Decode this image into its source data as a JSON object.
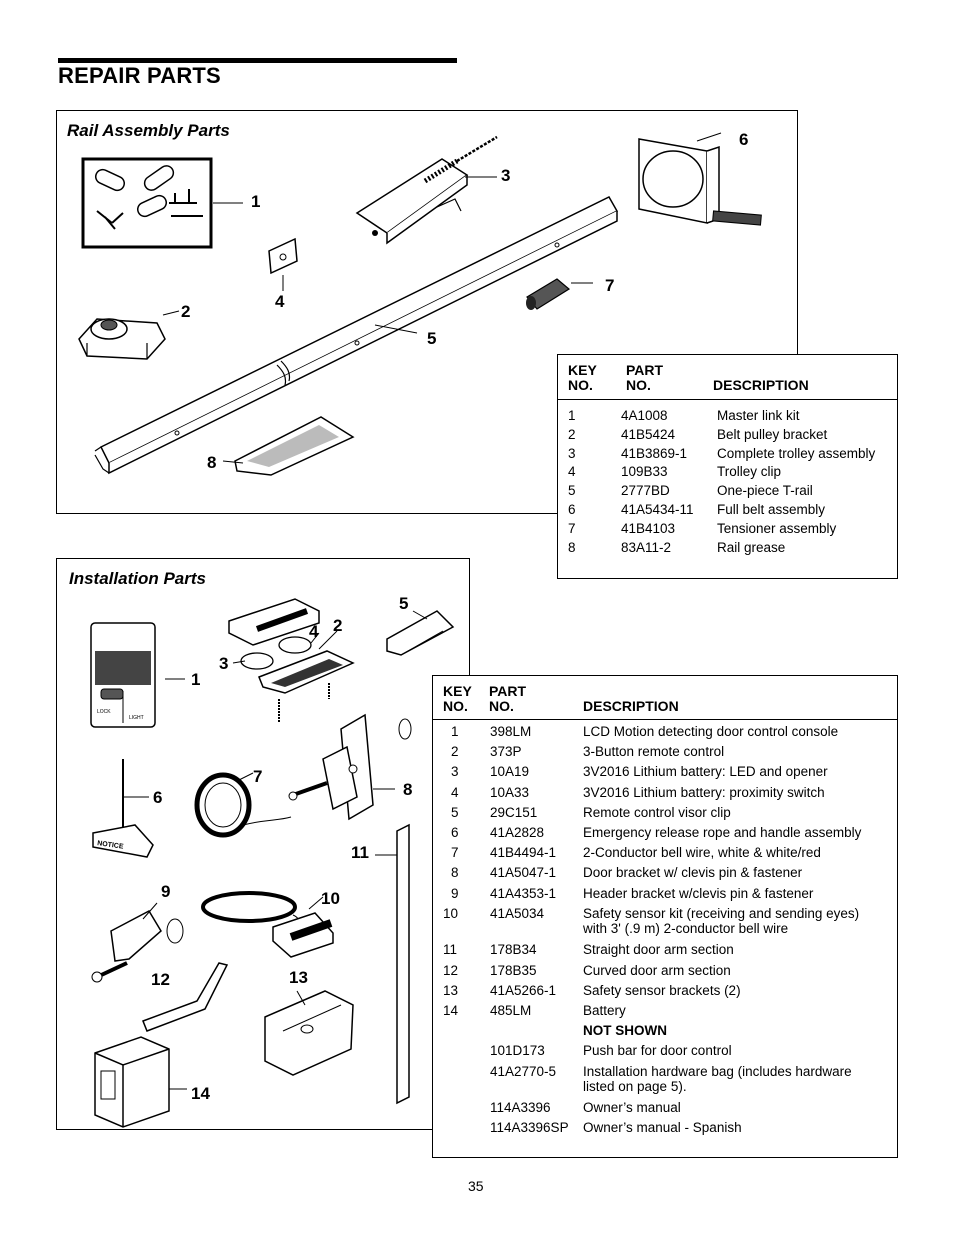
{
  "page": {
    "title": "REPAIR PARTS",
    "page_number": "35"
  },
  "rail_assembly": {
    "panel_title": "Rail Assembly Parts",
    "callouts": [
      "1",
      "2",
      "3",
      "4",
      "5",
      "6",
      "7",
      "8"
    ],
    "table": {
      "headers": {
        "key_line1": "KEY",
        "key_line2": "NO.",
        "part_line1": "PART",
        "part_line2": "NO.",
        "description": "DESCRIPTION"
      },
      "rows": [
        {
          "key": "1",
          "part": "4A1008",
          "desc": "Master link kit"
        },
        {
          "key": "2",
          "part": "41B5424",
          "desc": "Belt pulley bracket"
        },
        {
          "key": "3",
          "part": "41B3869-1",
          "desc": "Complete trolley assembly"
        },
        {
          "key": "4",
          "part": "109B33",
          "desc": "Trolley clip"
        },
        {
          "key": "5",
          "part": "2777BD",
          "desc": "One-piece T-rail"
        },
        {
          "key": "6",
          "part": "41A5434-11",
          "desc": "Full belt assembly"
        },
        {
          "key": "7",
          "part": "41B4103",
          "desc": "Tensioner assembly"
        },
        {
          "key": "8",
          "part": "83A11-2",
          "desc": "Rail grease"
        }
      ]
    }
  },
  "installation": {
    "panel_title": "Installation Parts",
    "callouts": [
      "1",
      "2",
      "3",
      "4",
      "5",
      "6",
      "7",
      "8",
      "9",
      "10",
      "11",
      "12",
      "13",
      "14"
    ],
    "figure_labels": {
      "notice_tag": "NOTICE",
      "lock_button": "LOCK",
      "light_button": "LIGHT"
    },
    "table": {
      "headers": {
        "key_line1": "KEY",
        "key_line2": "NO.",
        "part_line1": "PART",
        "part_line2": "NO.",
        "description": "DESCRIPTION"
      },
      "rows": [
        {
          "key": "1",
          "part": "398LM",
          "desc": "LCD Motion detecting door control console",
          "desc2": ""
        },
        {
          "key": "2",
          "part": "373P",
          "desc": "3-Button remote control",
          "desc2": ""
        },
        {
          "key": "3",
          "part": "10A19",
          "desc": "3V2016 Lithium battery: LED and opener",
          "desc2": ""
        },
        {
          "key": "4",
          "part": "10A33",
          "desc": "3V2016 Lithium battery: proximity switch",
          "desc2": ""
        },
        {
          "key": "5",
          "part": "29C151",
          "desc": "Remote control visor clip",
          "desc2": ""
        },
        {
          "key": "6",
          "part": "41A2828",
          "desc": "Emergency release rope and handle assembly",
          "desc2": ""
        },
        {
          "key": "7",
          "part": "41B4494-1",
          "desc": "2-Conductor bell wire, white & white/red",
          "desc2": ""
        },
        {
          "key": "8",
          "part": "41A5047-1",
          "desc": "Door bracket w/ clevis pin & fastener",
          "desc2": ""
        },
        {
          "key": "9",
          "part": "41A4353-1",
          "desc": "Header bracket w/clevis pin & fastener",
          "desc2": ""
        },
        {
          "key": "10",
          "part": "41A5034",
          "desc": "Safety sensor kit (receiving and sending eyes)",
          "desc2": "with 3' (.9 m) 2-conductor bell wire"
        },
        {
          "key": "11",
          "part": "178B34",
          "desc": "Straight door arm section",
          "desc2": ""
        },
        {
          "key": "12",
          "part": "178B35",
          "desc": "Curved door arm section",
          "desc2": ""
        },
        {
          "key": "13",
          "part": "41A5266-1",
          "desc": "Safety sensor brackets (2)",
          "desc2": ""
        },
        {
          "key": "14",
          "part": "485LM",
          "desc": "Battery",
          "desc2": ""
        }
      ],
      "not_shown_label": "NOT SHOWN",
      "not_shown_rows": [
        {
          "part": "101D173",
          "desc": "Push bar for door control",
          "desc2": ""
        },
        {
          "part": "41A2770-5",
          "desc": "Installation hardware bag (includes hardware",
          "desc2": "listed on page 5)."
        },
        {
          "part": "114A3396",
          "desc": "Owner’s manual",
          "desc2": ""
        },
        {
          "part": "114A3396SP",
          "desc": "Owner’s manual - Spanish",
          "desc2": ""
        }
      ]
    }
  }
}
